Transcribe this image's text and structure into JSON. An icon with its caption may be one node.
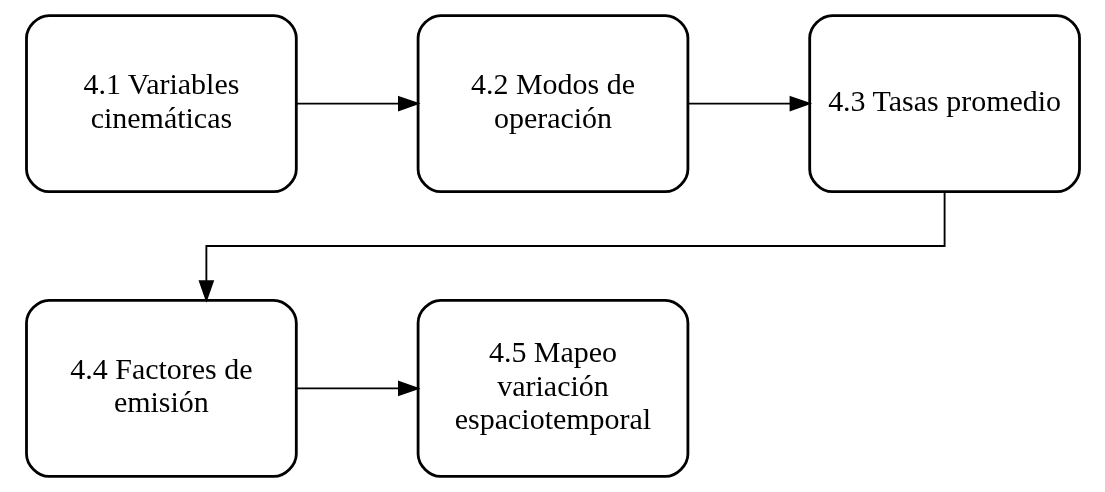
{
  "diagram": {
    "nodes": [
      {
        "text": [
          "4.1 Variables cinemáticas"
        ]
      },
      {
        "text": [
          "4.2 Modos de operación"
        ]
      },
      {
        "text": [
          "4.3 Tasas promedio"
        ]
      },
      {
        "text": [
          "4.4 Factores de emisión"
        ]
      },
      {
        "text": [
          "4.5 Mapeo variación espaciotemporal"
        ]
      }
    ],
    "edges": [
      {
        "from": 0,
        "to": 1,
        "arrow": "to"
      },
      {
        "from": 1,
        "to": 2,
        "arrow": "to"
      },
      {
        "from": 2,
        "to": 3,
        "arrow": "to"
      },
      {
        "from": 3,
        "to": 4,
        "arrow": "to"
      }
    ]
  }
}
